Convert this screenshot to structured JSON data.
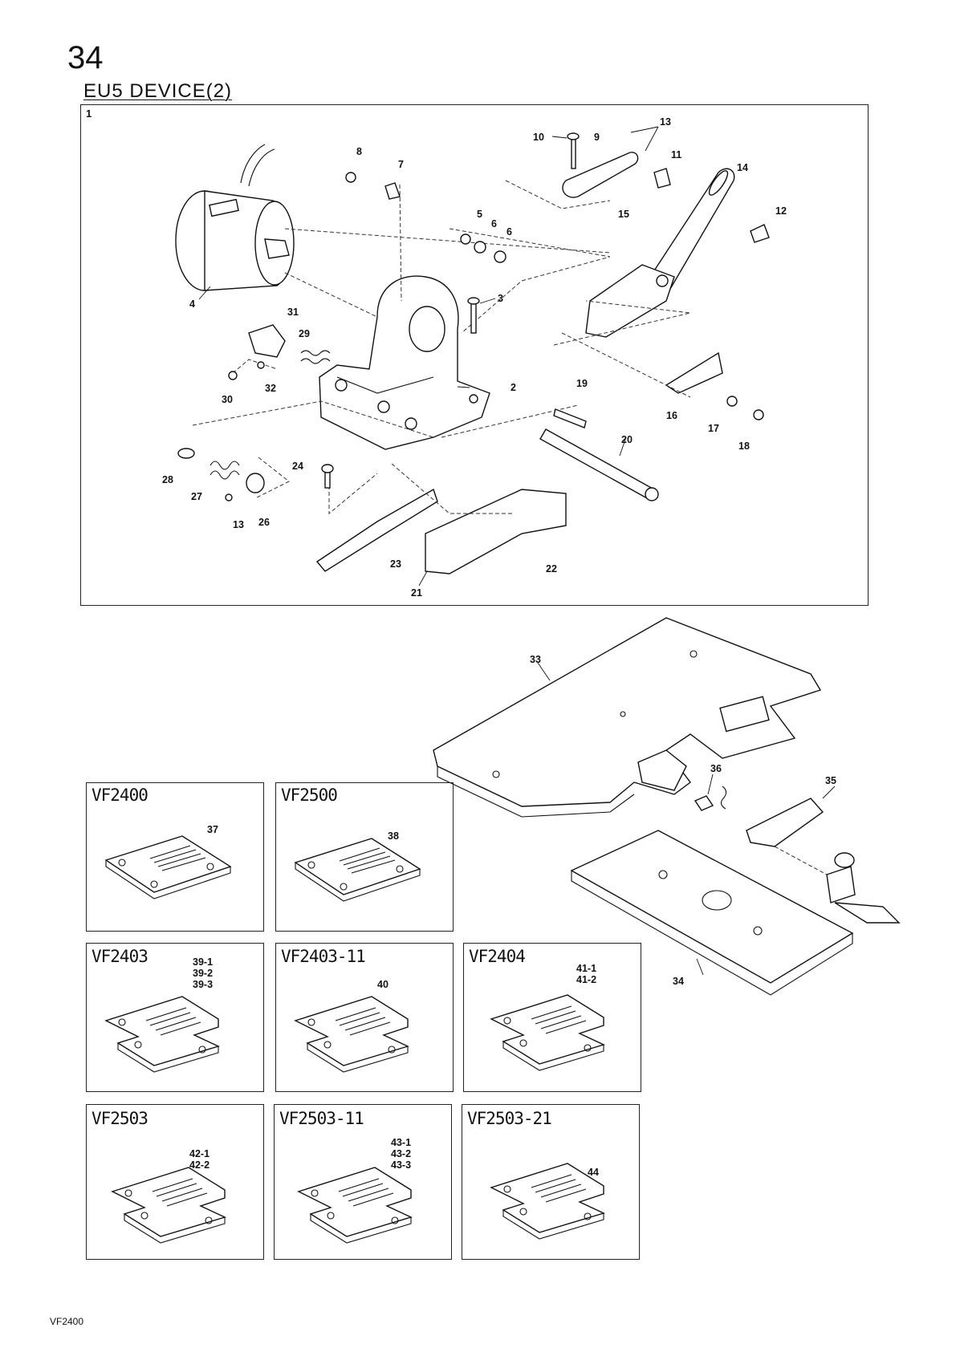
{
  "page": {
    "number": "34",
    "title": "EU5 DEVICE(2)",
    "footer_code": "VF2400"
  },
  "device_box": {
    "index": "1",
    "callouts": [
      "2",
      "3",
      "4",
      "5",
      "6",
      "6",
      "7",
      "8",
      "9",
      "10",
      "11",
      "12",
      "13",
      "13",
      "14",
      "15",
      "16",
      "17",
      "18",
      "19",
      "20",
      "21",
      "22",
      "23",
      "24",
      "26",
      "27",
      "28",
      "29",
      "30",
      "31",
      "32"
    ]
  },
  "table_assembly": {
    "callouts": [
      "33",
      "34",
      "35",
      "36"
    ]
  },
  "needle_plates": [
    {
      "model": "VF2400",
      "parts": [
        "37"
      ]
    },
    {
      "model": "VF2500",
      "parts": [
        "38"
      ]
    },
    {
      "model": "VF2403",
      "parts": [
        "39-1",
        "39-2",
        "39-3"
      ]
    },
    {
      "model": "VF2403-11",
      "parts": [
        "40"
      ]
    },
    {
      "model": "VF2404",
      "parts": [
        "41-1",
        "41-2"
      ]
    },
    {
      "model": "VF2503",
      "parts": [
        "42-1",
        "42-2"
      ]
    },
    {
      "model": "VF2503-11",
      "parts": [
        "43-1",
        "43-2",
        "43-3"
      ]
    },
    {
      "model": "VF2503-21",
      "parts": [
        "44"
      ]
    }
  ]
}
